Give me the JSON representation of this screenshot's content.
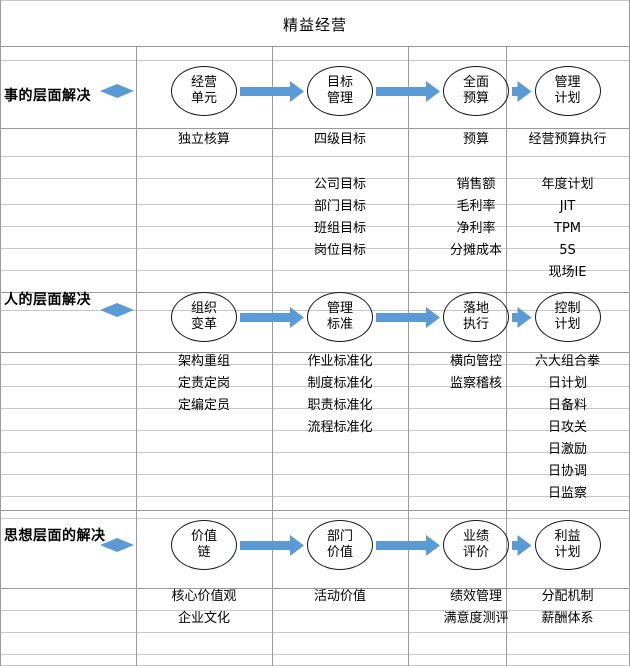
{
  "title": "精益经营",
  "row_labels": {
    "things": "事的层面解决",
    "people": "人的层面解决",
    "thinking": "思想层面的解决"
  },
  "sections": [
    {
      "id": "things",
      "label": "事的层面解决",
      "nodes": [
        {
          "line1": "经营",
          "line2": "单元"
        },
        {
          "line1": "目标",
          "line2": "管理"
        },
        {
          "line1": "全面",
          "line2": "预算"
        },
        {
          "line1": "管理",
          "line2": "计划"
        }
      ],
      "headers": [
        "独立核算",
        "四级目标",
        "预算",
        "经营预算执行"
      ],
      "details": [
        [],
        [
          "公司目标",
          "部门目标",
          "班组目标",
          "岗位目标"
        ],
        [
          "销售额",
          "毛利率",
          "净利率",
          "分摊成本"
        ],
        [
          "年度计划",
          "JIT",
          "TPM",
          "5S",
          "现场IE"
        ]
      ]
    },
    {
      "id": "people",
      "label": "人的层面解决",
      "nodes": [
        {
          "line1": "组织",
          "line2": "变革"
        },
        {
          "line1": "管理",
          "line2": "标准"
        },
        {
          "line1": "落地",
          "line2": "执行"
        },
        {
          "line1": "控制",
          "line2": "计划"
        }
      ],
      "headers": [
        "",
        "",
        "",
        ""
      ],
      "details": [
        [
          "架构重组",
          "定责定岗",
          "定编定员"
        ],
        [
          "作业标准化",
          "制度标准化",
          "职责标准化",
          "流程标准化"
        ],
        [
          "横向管控",
          "监察稽核"
        ],
        [
          "六大组合拳",
          "日计划",
          "日备料",
          "日攻关",
          "日激励",
          "日协调",
          "日监察"
        ]
      ]
    },
    {
      "id": "thinking",
      "label": "思想层面的解决",
      "nodes": [
        {
          "line1": "价值",
          "line2": "链"
        },
        {
          "line1": "部门",
          "line2": "价值"
        },
        {
          "line1": "业绩",
          "line2": "评价"
        },
        {
          "line1": "利益",
          "line2": "计划"
        }
      ],
      "headers": [
        "",
        "",
        "",
        ""
      ],
      "details": [
        [
          "核心价值观",
          "企业文化"
        ],
        [
          "活动价值"
        ],
        [
          "绩效管理",
          "满意度测评"
        ],
        [
          "分配机制",
          "薪酬体系"
        ]
      ]
    }
  ],
  "icons": {
    "arrow": "right-arrow-icon",
    "diamond": "diamond-bullet-icon"
  },
  "colors": {
    "arrow": "#5b9bd5",
    "gridline": "#c8c8c8",
    "text": "#000000"
  }
}
